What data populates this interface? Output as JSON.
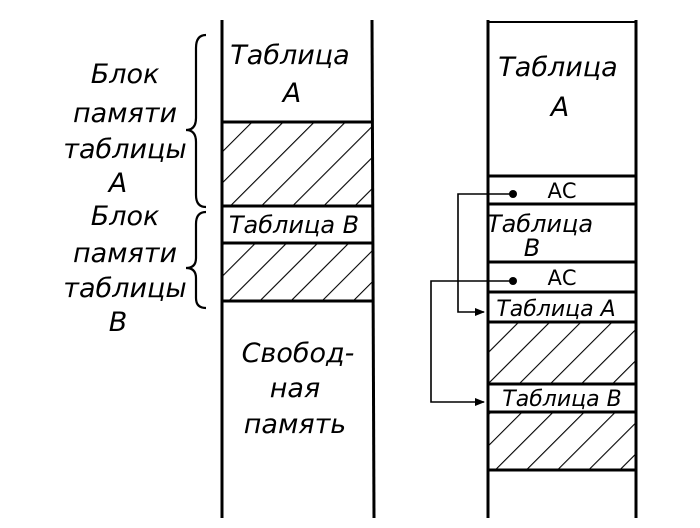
{
  "colors": {
    "ink": "#000000",
    "paper": "#ffffff"
  },
  "left_annotations": {
    "block_a": [
      "Блок",
      "памяти",
      "таблицы",
      "А"
    ],
    "block_b": [
      "Блок",
      "памяти",
      "таблицы",
      "В"
    ]
  },
  "left_column": {
    "table_a": [
      "Таблица",
      "А"
    ],
    "table_b": "Таблица В",
    "free_memory": [
      "Свобод-",
      "ная",
      "память"
    ]
  },
  "right_column": {
    "table_a_top": [
      "Таблица",
      "А"
    ],
    "ac_1": "АС",
    "table_b": [
      "Таблица",
      "В"
    ],
    "ac_2": "АС",
    "table_a_link": "Таблица А",
    "table_b_link": "Таблица В"
  }
}
